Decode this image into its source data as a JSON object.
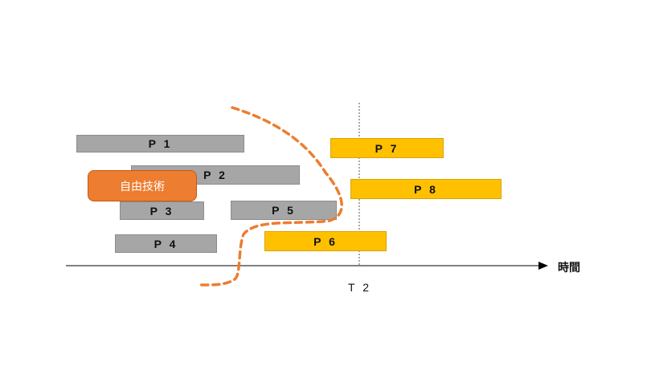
{
  "bars": {
    "p1": "P 1",
    "p2": "P 2",
    "p3": "P 3",
    "p4": "P 4",
    "p5": "P 5",
    "p6": "P 6",
    "p7": "P 7",
    "p8": "P 8"
  },
  "free_tech_label": "自由技術",
  "axis_label": "時間",
  "marker_label": "T 2",
  "colors": {
    "past": "#a6a6a6",
    "future": "#ffc000",
    "free": "#ed7d31"
  }
}
